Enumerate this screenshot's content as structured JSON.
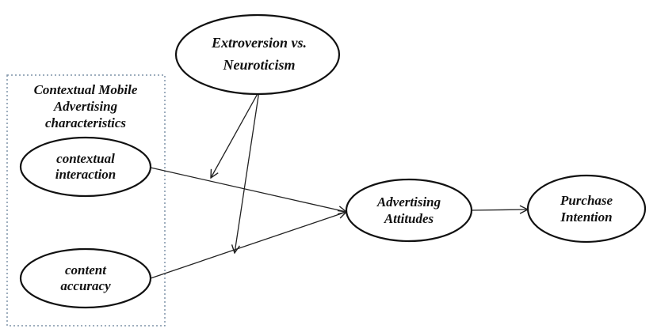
{
  "group": {
    "label_line1": "Contextual Mobile",
    "label_line2": "Advertising",
    "label_line3": "characteristics"
  },
  "nodes": {
    "moderator": {
      "line1": "Extroversion vs.",
      "line2": "Neuroticism"
    },
    "contextual_interaction": {
      "line1": "contextual",
      "line2": "interaction"
    },
    "content_accuracy": {
      "line1": "content",
      "line2": "accuracy"
    },
    "advertising_attitudes": {
      "line1": "Advertising",
      "line2": "Attitudes"
    },
    "purchase_intention": {
      "line1": "Purchase",
      "line2": "Intention"
    }
  },
  "colors": {
    "stroke": "#111111",
    "group_border": "#7f93a8",
    "background": "#ffffff"
  }
}
